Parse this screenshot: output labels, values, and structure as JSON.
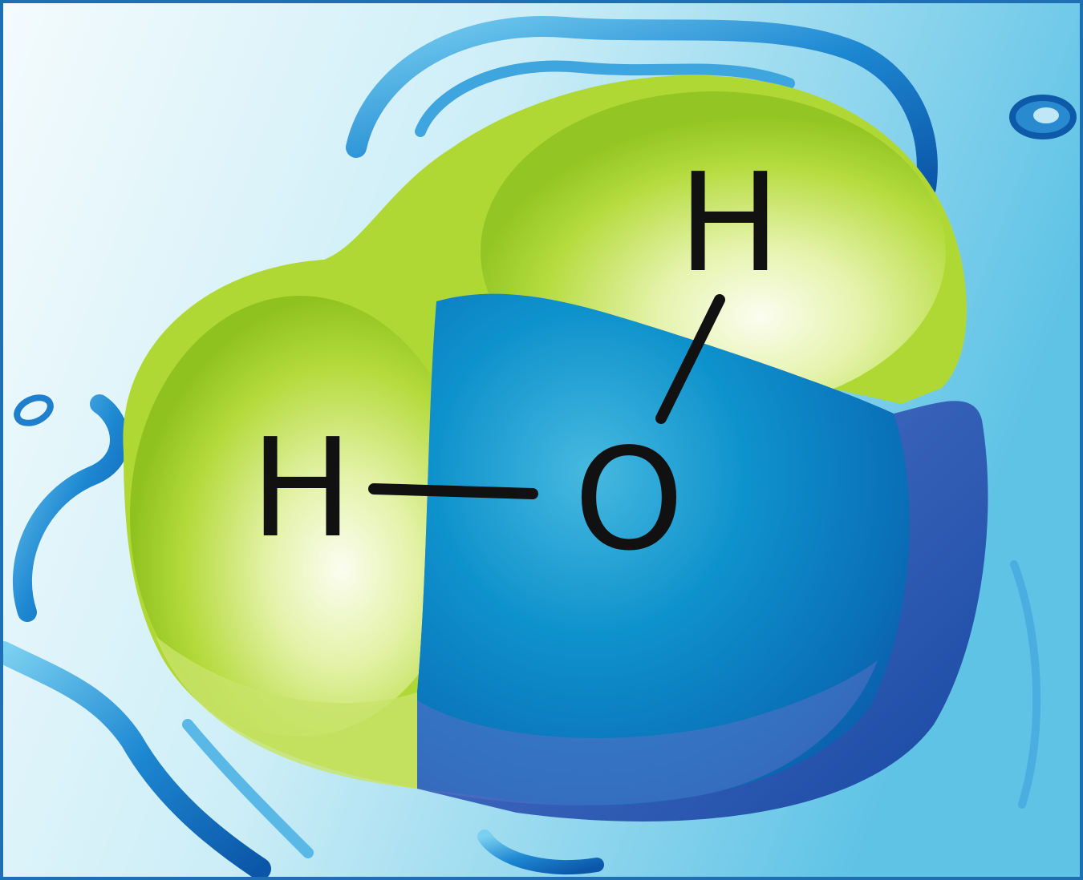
{
  "molecule": {
    "atoms": {
      "hydrogen_left": "H",
      "hydrogen_top": "H",
      "oxygen": "O"
    },
    "colors": {
      "hydrogen": "#a6d628",
      "hydrogen_highlight": "#f2f8d6",
      "oxygen": "#0a86c4",
      "oxygen_dark": "#1352a8",
      "water": "#1f8fd6",
      "background": "#bfe6f4",
      "bond": "#111111"
    }
  }
}
